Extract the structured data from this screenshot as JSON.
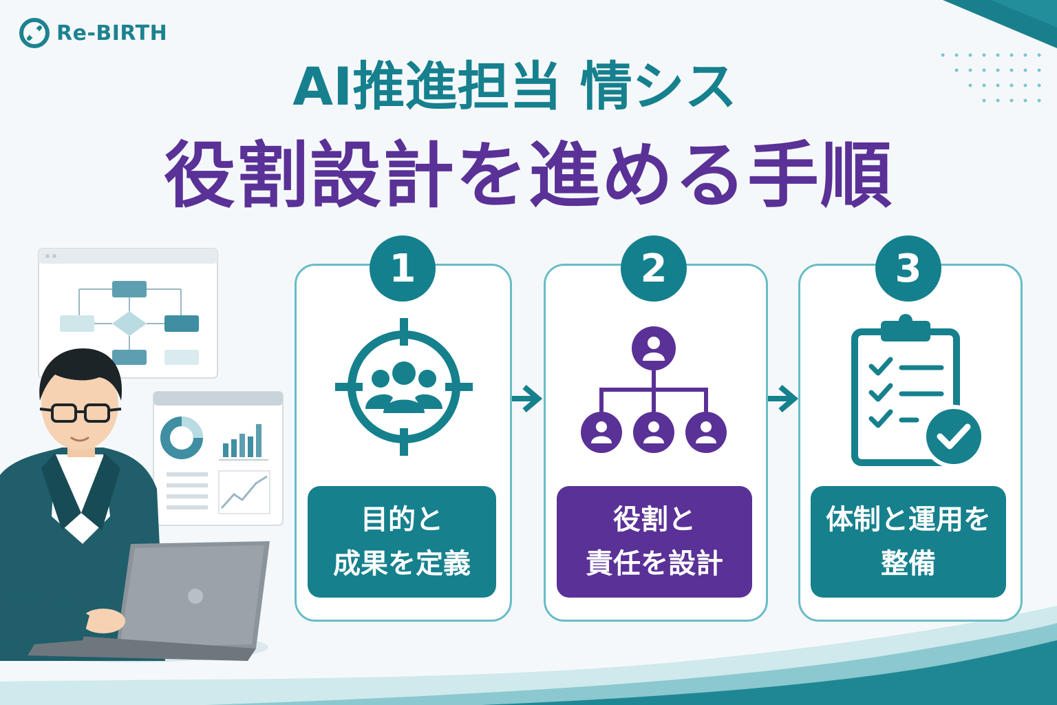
{
  "brand": {
    "name": "Re-BIRTH",
    "logo_icon": "circular-arrow-logo-icon"
  },
  "title": {
    "line1": "AI推進担当 情シス",
    "line2": "役割設計を進める手順"
  },
  "colors": {
    "teal": "#16808d",
    "purple": "#5a3196",
    "card_border": "#68bcc6",
    "background": "#f5f8fa"
  },
  "steps": [
    {
      "number": "1",
      "icon": "target-team-icon",
      "label_line1": "目的と",
      "label_line2": "成果を定義",
      "color": "teal"
    },
    {
      "number": "2",
      "icon": "org-chart-icon",
      "label_line1": "役割と",
      "label_line2": "責任を設計",
      "color": "purple"
    },
    {
      "number": "3",
      "icon": "clipboard-checklist-icon",
      "label_line1": "体制と運用を",
      "label_line2": "整備",
      "color": "teal"
    }
  ],
  "illustration": {
    "person": "man-with-laptop",
    "screens": [
      "flowchart-window",
      "dashboard-window"
    ]
  }
}
